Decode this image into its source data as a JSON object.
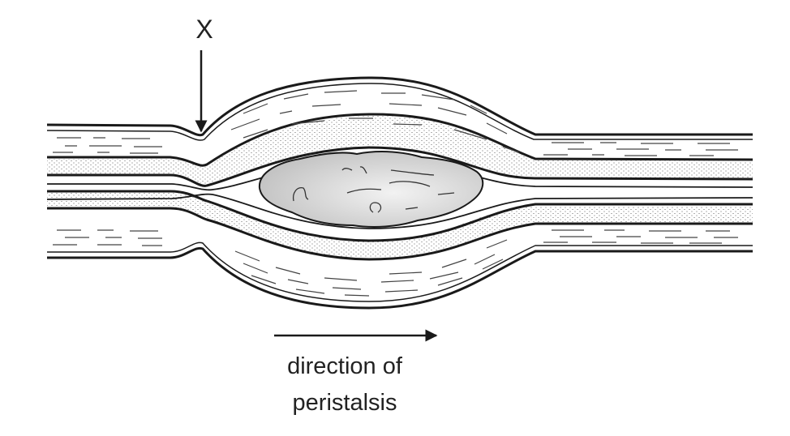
{
  "marker_label": "X",
  "caption": {
    "line1": "direction of",
    "line2": "peristalsis"
  },
  "colors": {
    "outline": "#1a1a1a",
    "bolus_light": "#f2f2f2",
    "bolus_dark": "#bdbdbd",
    "stipple": "#444444"
  }
}
